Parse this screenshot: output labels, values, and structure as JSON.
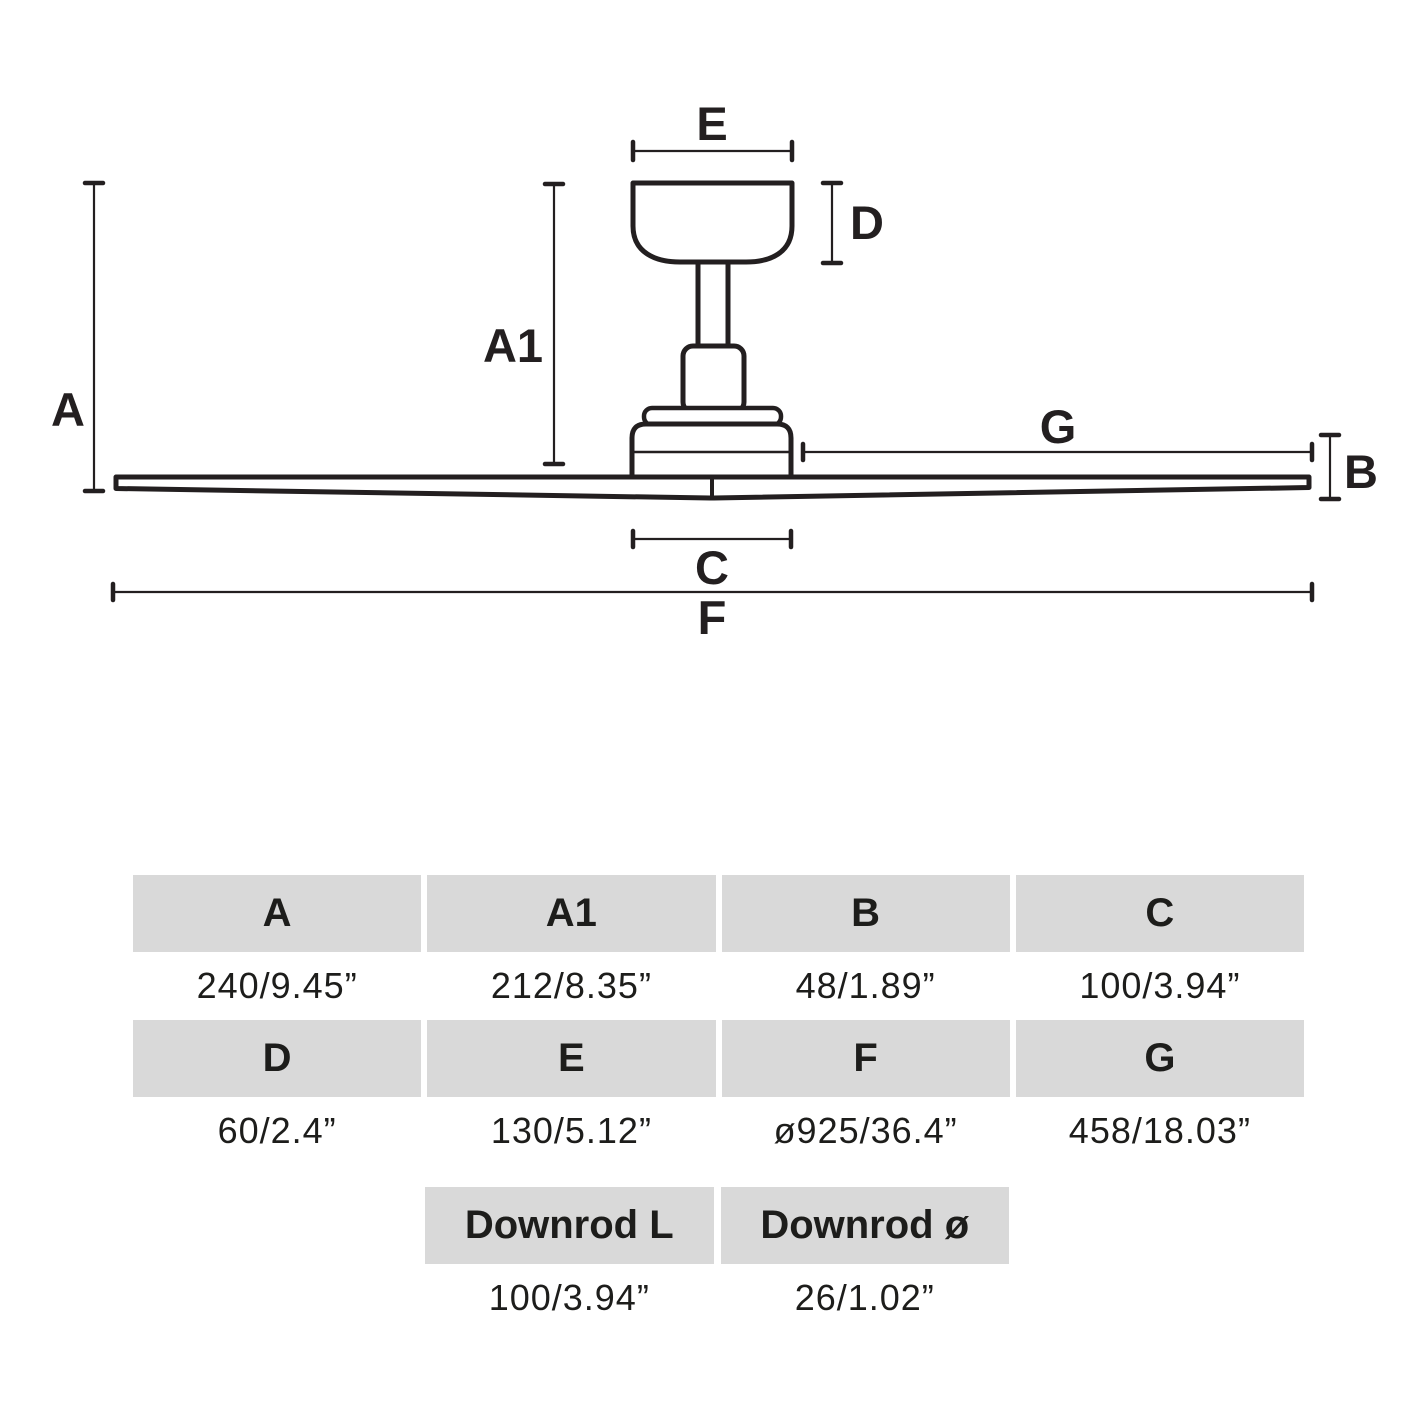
{
  "colors": {
    "line": "#231f20",
    "table_header_bg": "#d9d9d9",
    "table_text": "#1d1d1b",
    "background": "#ffffff"
  },
  "diagram": {
    "description": "ceiling-fan side-view dimension drawing",
    "labels": {
      "A": "A",
      "A1": "A1",
      "B": "B",
      "C": "C",
      "D": "D",
      "E": "E",
      "F": "F",
      "G": "G"
    }
  },
  "table": {
    "row1": {
      "headers": [
        "A",
        "A1",
        "B",
        "C"
      ],
      "values": [
        "240/9.45”",
        "212/8.35”",
        "48/1.89”",
        "100/3.94”"
      ]
    },
    "row2": {
      "headers": [
        "D",
        "E",
        "F",
        "G"
      ],
      "values": [
        "60/2.4”",
        "130/5.12”",
        "ø925/36.4”",
        "458/18.03”"
      ]
    },
    "row3": {
      "headers": [
        "Downrod L",
        "Downrod ø"
      ],
      "values": [
        "100/3.94”",
        "26/1.02”"
      ]
    }
  }
}
